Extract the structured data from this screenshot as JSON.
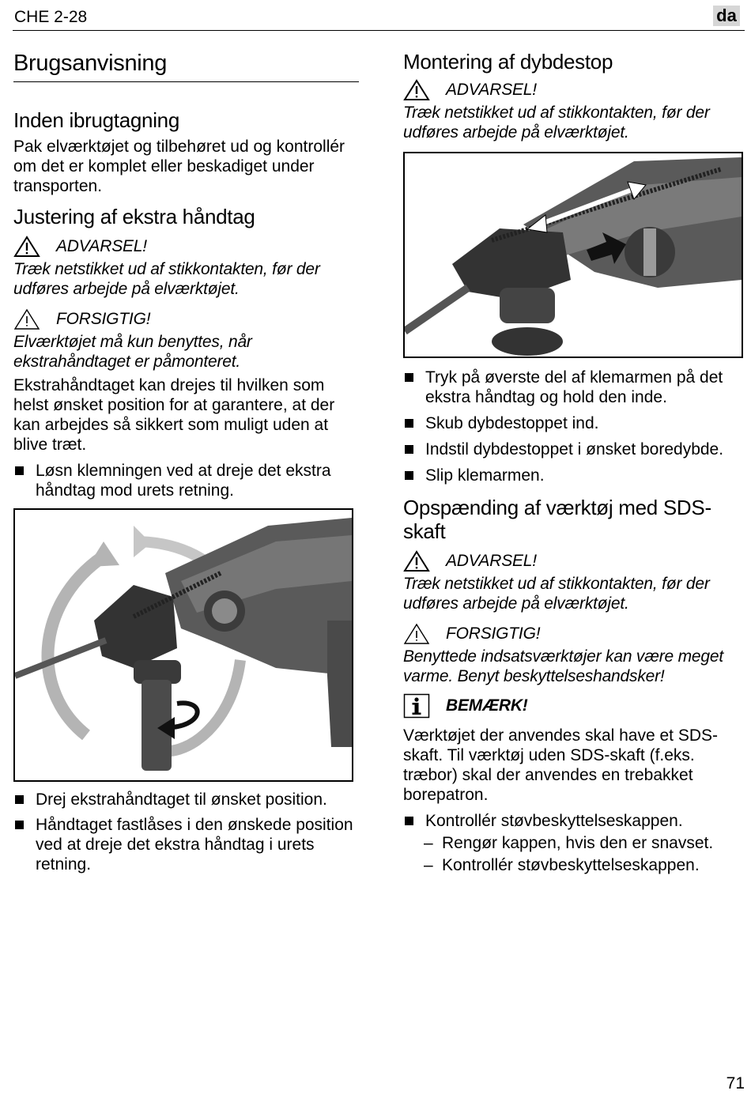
{
  "header": {
    "title": "CHE 2-28",
    "lang_badge": "da"
  },
  "page_number": "71",
  "left": {
    "main_title": "Brugsanvisning",
    "sec1": {
      "heading": "Inden ibrugtagning",
      "text": "Pak elværktøjet og tilbehøret ud og kontrollér om det er komplet eller beskadiget under transporten."
    },
    "sec2": {
      "heading": "Justering af ekstra håndtag",
      "warning_label": "ADVARSEL!",
      "warning_text": "Træk netstikket ud af stikkontakten, før der udføres arbejde på elværktøjet.",
      "caution_label": "FORSIGTIG!",
      "caution_text": "Elværktøjet må kun benyttes, når ekstrahåndtaget er påmonteret.",
      "text": "Ekstrahåndtaget kan drejes til hvilken som helst ønsket position for at garantere, at der kan arbejdes så sikkert som muligt uden at blive træt.",
      "bullets": [
        "Løsn klemningen ved at dreje det ekstra håndtag mod urets retning."
      ],
      "bullets_after": [
        "Drej ekstrahåndtaget til ønsket position.",
        "Håndtaget fastlåses i den ønskede position ved at dreje det ekstra håndtag i urets retning."
      ]
    }
  },
  "right": {
    "sec3": {
      "heading": "Montering af dybdestop",
      "warning_label": "ADVARSEL!",
      "warning_text": "Træk netstikket ud af stikkontakten, før der udføres arbejde på elværktøjet.",
      "bullets": [
        "Tryk på øverste del af klemarmen på det ekstra håndtag og hold den inde.",
        "Skub dybdestoppet ind.",
        "Indstil dybdestoppet i ønsket boredybde.",
        "Slip klemarmen."
      ]
    },
    "sec4": {
      "heading": "Opspænding af værktøj med SDS-skaft",
      "warning_label": "ADVARSEL!",
      "warning_text": "Træk netstikket ud af stikkontakten, før der udføres arbejde på elværktøjet.",
      "caution_label": "FORSIGTIG!",
      "caution_text": "Benyttede indsatsværktøjer kan være meget varme. Benyt beskyttelseshandsker!",
      "note_label": "BEMÆRK!",
      "note_text": "Værktøjet der anvendes skal have et SDS-skaft. Til værktøj uden SDS-skaft (f.eks. træbor) skal der anvendes en trebakket borepatron.",
      "bullets": [
        "Kontrollér støvbeskyttelseskappen."
      ],
      "dashes": [
        "Rengør kappen, hvis den er snavset.",
        "Kontrollér støvbeskyttelseskappen."
      ]
    }
  },
  "icons": {
    "warning": "warning-triangle-icon",
    "caution": "caution-triangle-icon",
    "note": "info-icon"
  }
}
